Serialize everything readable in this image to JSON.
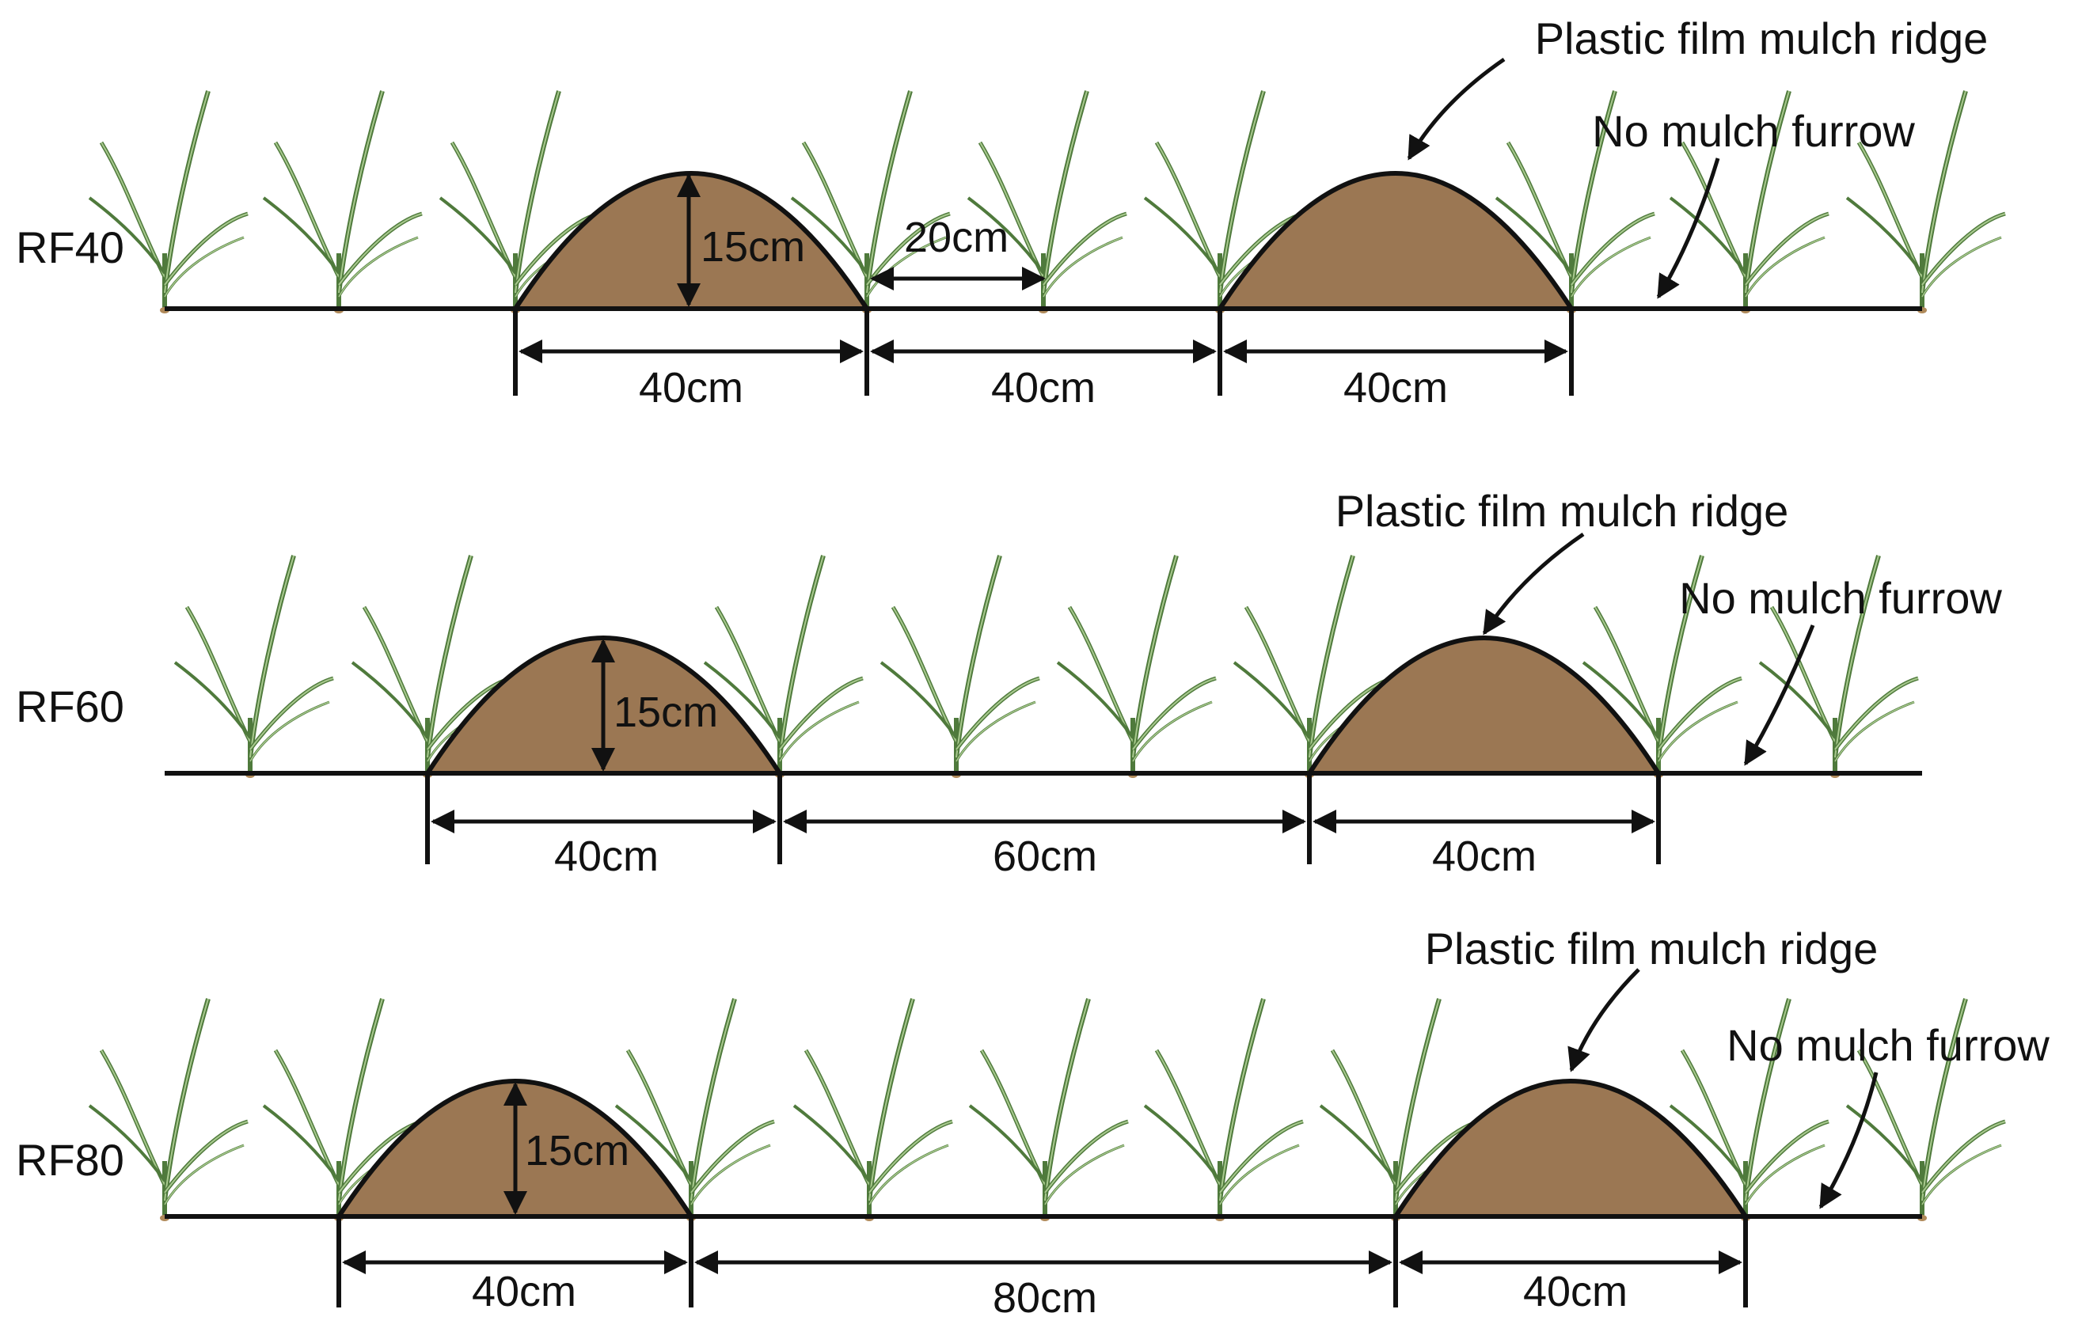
{
  "colors": {
    "ridge_fill": "#9b7753",
    "line": "#111111",
    "plant_dark": "#4f7a3c",
    "plant_light": "#a8c98e"
  },
  "panels": [
    {
      "id": "rf40",
      "label": "RF40",
      "height_label": "15cm",
      "ridge_width_label": "40cm",
      "furrow_width_label": "40cm",
      "ridge2_width_label": "40cm",
      "plant_spacing_label": "20cm",
      "ridge_callout": "Plastic film mulch ridge",
      "furrow_callout": "No mulch furrow"
    },
    {
      "id": "rf60",
      "label": "RF60",
      "height_label": "15cm",
      "ridge_width_label": "40cm",
      "furrow_width_label": "60cm",
      "ridge2_width_label": "40cm",
      "ridge_callout": "Plastic film mulch ridge",
      "furrow_callout": "No mulch furrow"
    },
    {
      "id": "rf80",
      "label": "RF80",
      "height_label": "15cm",
      "ridge_width_label": "40cm",
      "furrow_width_label": "80cm",
      "ridge2_width_label": "40cm",
      "ridge_callout": "Plastic film mulch ridge",
      "furrow_callout": "No mulch furrow"
    }
  ]
}
